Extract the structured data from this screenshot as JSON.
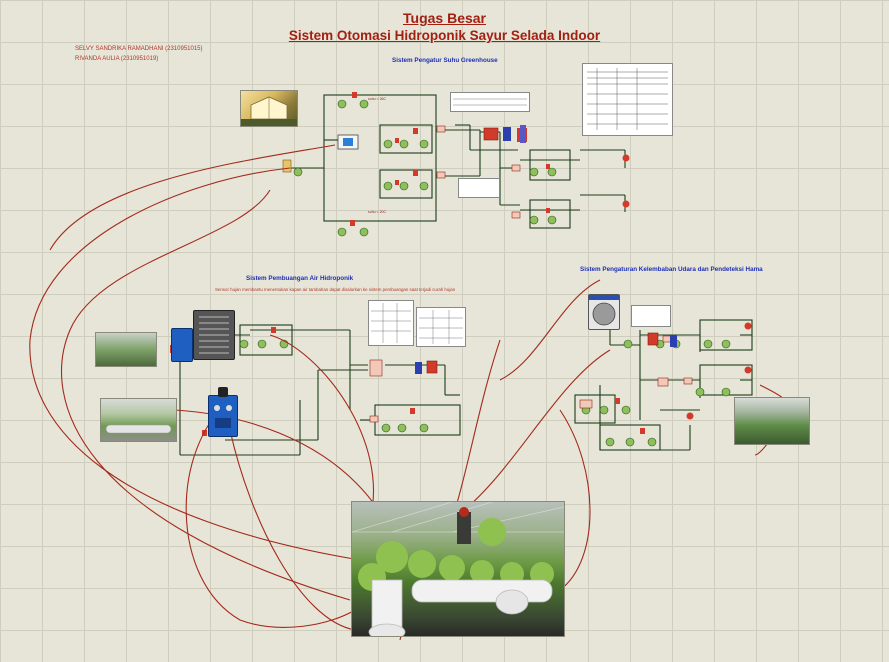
{
  "header": {
    "title": "Tugas Besar",
    "subtitle": "Sistem Otomasi Hidroponik Sayur Selada Indoor"
  },
  "authors": [
    "SELVY SANDRIKA RAMADHANI (2310951015)",
    "RIVANDA AULIA (2310951019)"
  ],
  "sections": {
    "temperature": "Sistem Pengatur Suhu Greenhouse",
    "drainage": "Sistem Pembuangan Air Hidroponik",
    "humidity": "Sistem Pengaturan Kelembaban Udara dan Pendeteksi Hama"
  },
  "drainage_caption": "Sensor hujan membantu menentukan kapan air tambahan dapat disalurkan ke sistem pembuangan saat terjadi curah hujan",
  "temp_labels": {
    "top": "suhu > 26C",
    "bottom": "suhu < 20C"
  },
  "colors": {
    "wire": "#1c3e17",
    "connector": "#a32a1c",
    "section_title": "#1f2fb4",
    "main_title": "#a31f10"
  }
}
